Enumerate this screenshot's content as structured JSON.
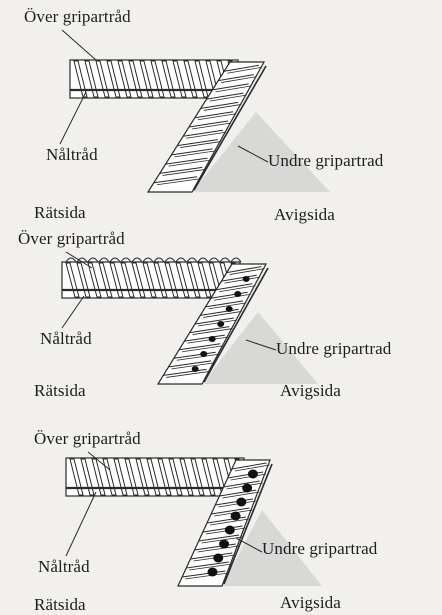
{
  "colors": {
    "background": "#f1f0ec",
    "fabric_shade": "#d8d8d6",
    "thread_dark": "#2a2a2a",
    "thread_fill": "#ffffff",
    "needle_point": "#111111"
  },
  "panels": [
    {
      "upper_looper": "Över gripartråd",
      "needle_thread": "Nåltråd",
      "lower_looper": "Undre gripartrad",
      "right_side": "Rätsida",
      "wrong_side": "Avigsida"
    },
    {
      "upper_looper": "Över gripartråd",
      "needle_thread": "Nåltråd",
      "lower_looper": "Undre gripartrad",
      "right_side": "Rätsida",
      "wrong_side": "Avigsida"
    },
    {
      "upper_looper": "Över gripartråd",
      "needle_thread": "Nåltråd",
      "lower_looper": "Undre gripartrad",
      "right_side": "Rätsida",
      "wrong_side": "Avigsida"
    }
  ]
}
